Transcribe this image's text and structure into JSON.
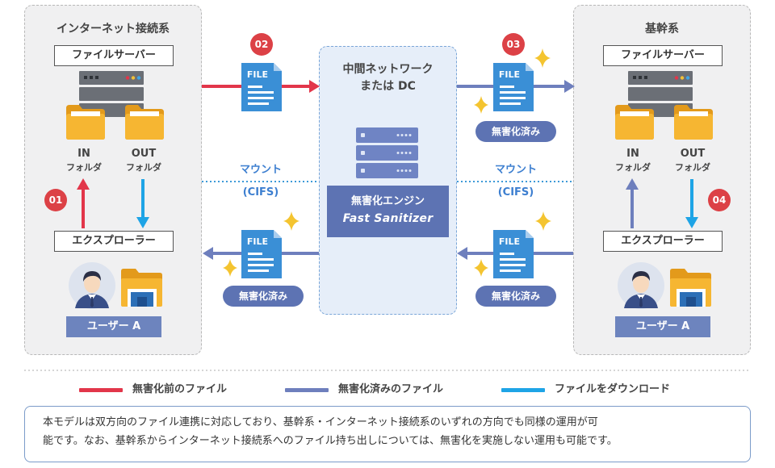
{
  "left_zone": {
    "title": "インターネット接続系",
    "file_server_label": "ファイルサーバー",
    "in_folder": {
      "title": "IN",
      "sub": "フォルダ"
    },
    "out_folder": {
      "title": "OUT",
      "sub": "フォルダ"
    },
    "explorer_label": "エクスプローラー",
    "user_label": "ユーザー A"
  },
  "right_zone": {
    "title": "基幹系",
    "file_server_label": "ファイルサーバー",
    "in_folder": {
      "title": "IN",
      "sub": "フォルダ"
    },
    "out_folder": {
      "title": "OUT",
      "sub": "フォルダ"
    },
    "explorer_label": "エクスプローラー",
    "user_label": "ユーザー A"
  },
  "center": {
    "title_line1": "中間ネットワーク",
    "title_line2": "または DC",
    "engine_line1": "無害化エンジン",
    "engine_line2": "Fast Sanitizer"
  },
  "steps": [
    "01",
    "02",
    "03",
    "04"
  ],
  "file_icon_text": "FILE",
  "sanitized_badge": "無害化済み",
  "mount": {
    "line1": "マウント",
    "line2": "(CIFS)"
  },
  "legend": {
    "items": [
      {
        "label": "無害化前のファイル",
        "color": "#e2364a"
      },
      {
        "label": "無害化済みのファイル",
        "color": "#6e7fbd"
      },
      {
        "label": "ファイルをダウンロード",
        "color": "#1ea4e6"
      }
    ]
  },
  "note": {
    "line1": "本モデルは双方向のファイル連携に対応しており、基幹系・インターネット接続系のいずれの方向でも同様の運用が可",
    "line2": "能です。なお、基幹系からインターネット接続系へのファイル持ち出しについては、無害化を実施しない運用も可能です。"
  },
  "colors": {
    "red_arrow": "#e2364a",
    "purple_arrow": "#6e7fbd",
    "blue_arrow": "#1ea4e6",
    "step_badge": "#dc4146",
    "engine": "#5d73b3",
    "file_icon": "#3a8fd6",
    "folder": "#f6b632",
    "sparkle": "#f4c430"
  }
}
